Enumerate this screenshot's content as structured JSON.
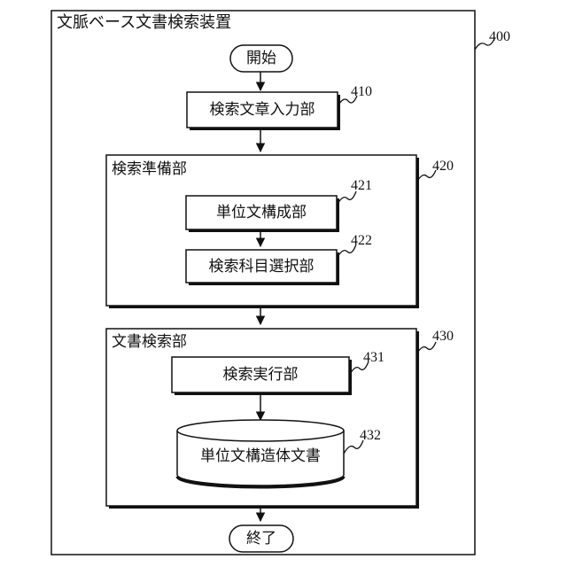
{
  "device": {
    "title": "文脈ベース文書検索装置",
    "ref": "400"
  },
  "start": {
    "label": "開始"
  },
  "input_unit": {
    "label": "検索文章入力部",
    "ref": "410"
  },
  "prep_unit": {
    "title": "検索準備部",
    "ref": "420",
    "sentence_unit": {
      "label": "単位文構成部",
      "ref": "421"
    },
    "subject_unit": {
      "label": "検索科目選択部",
      "ref": "422"
    }
  },
  "search_unit": {
    "title": "文書検索部",
    "ref": "430",
    "exec_unit": {
      "label": "検索実行部",
      "ref": "431"
    },
    "database": {
      "label": "単位文構造体文書",
      "ref": "432"
    }
  },
  "end": {
    "label": "終了"
  }
}
